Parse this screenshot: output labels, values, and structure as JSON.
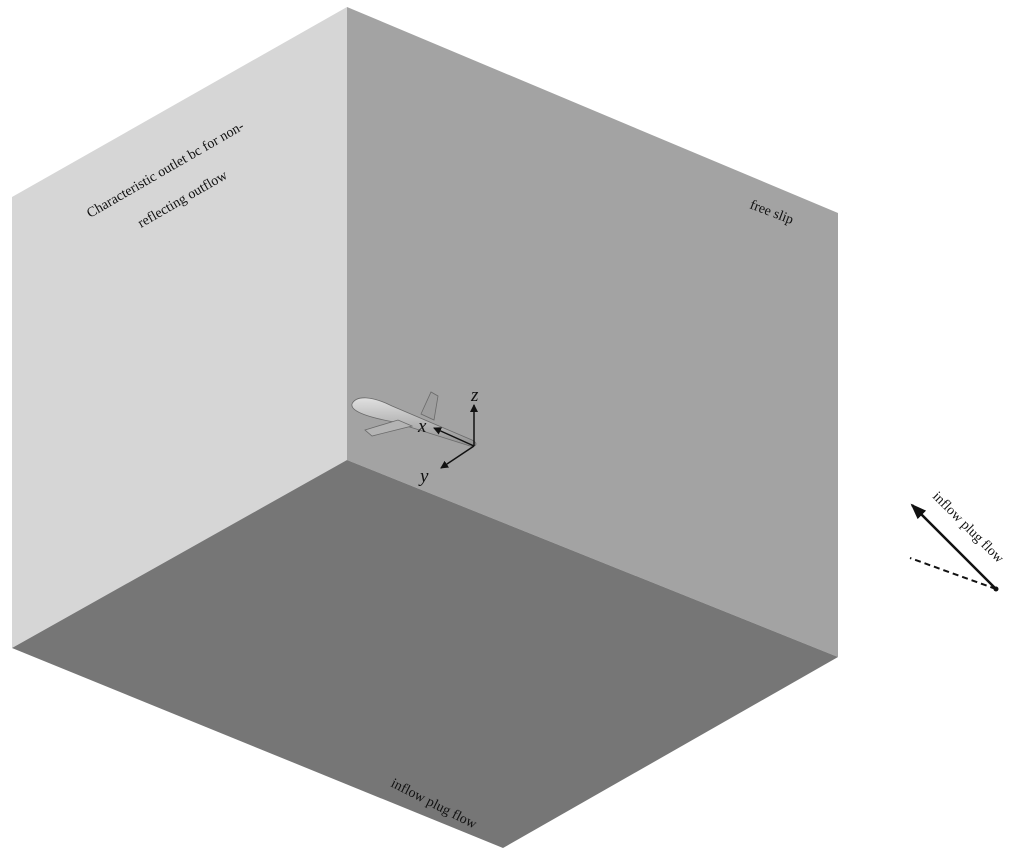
{
  "faces": {
    "outlet_label_line1": "Characteristic outlet bc for non-",
    "outlet_label_line2": "reflecting outflow",
    "free_slip_label": "free slip",
    "bottom_inflow_label": "inflow plug flow"
  },
  "axes": {
    "x": "x",
    "y": "y",
    "z": "z"
  },
  "inflow_indicator": {
    "label": "inflow plug flow"
  },
  "colors": {
    "left_face": "#d6d6d6",
    "right_face": "#a3a3a3",
    "bottom_face": "#767676",
    "aircraft": "#bdbdbd",
    "ink": "#111111"
  },
  "icons": {
    "aircraft": "aircraft-icon"
  }
}
